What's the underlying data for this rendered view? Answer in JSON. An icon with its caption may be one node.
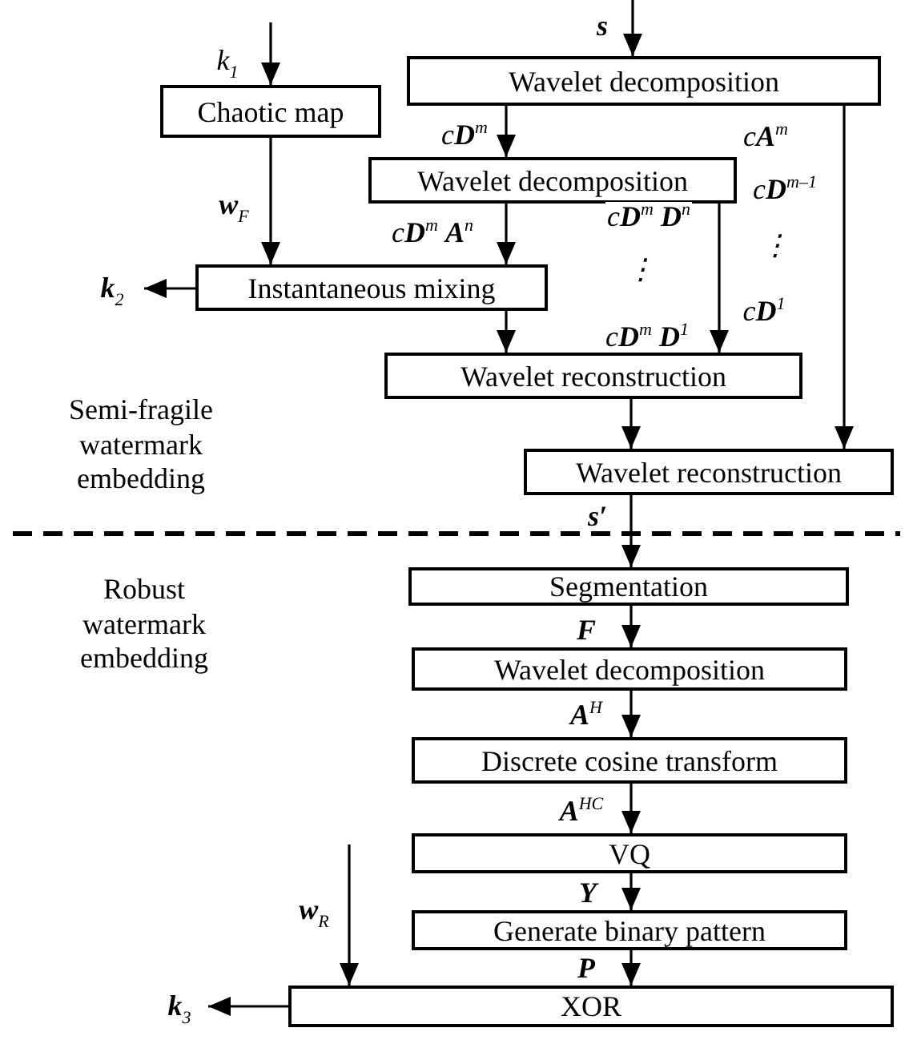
{
  "diagram": {
    "nodes": [
      {
        "text": [
          "Chaotic map"
        ]
      },
      {
        "text": [
          "Wavelet decomposition"
        ]
      },
      {
        "text": [
          "Wavelet decomposition"
        ]
      },
      {
        "text": [
          "Instantaneous mixing"
        ]
      },
      {
        "text": [
          "Wavelet reconstruction"
        ]
      },
      {
        "text": [
          "Wavelet reconstruction"
        ]
      },
      {
        "text": [
          "Segmentation"
        ]
      },
      {
        "text": [
          "Wavelet decomposition"
        ]
      },
      {
        "text": [
          "Discrete cosine transform"
        ]
      },
      {
        "text": [
          "VQ"
        ]
      },
      {
        "text": [
          "Generate binary pattern"
        ]
      },
      {
        "text": [
          "XOR"
        ]
      }
    ],
    "edges": [
      {
        "from": null,
        "to": 0,
        "arrow": "to",
        "label": "k$_{1}$"
      },
      {
        "from": null,
        "to": 1,
        "arrow": "to",
        "label": "**s**"
      },
      {
        "from": 1,
        "to": 2,
        "arrow": "to",
        "label": "c**D**$^{m}$"
      },
      {
        "from": 0,
        "to": 3,
        "arrow": "to",
        "label": "**w**$_{F}$"
      },
      {
        "from": 2,
        "to": 3,
        "arrow": "to",
        "label": "c**D**$^{m}$ **A**$^{n}$"
      },
      {
        "from": 3,
        "to": null,
        "arrow": "to",
        "label": "**k**$_{2}$"
      },
      {
        "from": 2,
        "to": 4,
        "arrow": "to",
        "label": "c**D**$^{m}$ **D**$^{n}$"
      },
      {
        "from": 1,
        "to": 5,
        "arrow": "to"
      },
      {
        "from": 3,
        "to": 4,
        "arrow": "to"
      },
      {
        "from": 4,
        "to": 5,
        "arrow": "to"
      },
      {
        "from": 5,
        "to": 6,
        "arrow": "to",
        "label": "**s′**"
      },
      {
        "from": 6,
        "to": 7,
        "arrow": "to",
        "label": "**F**"
      },
      {
        "from": 7,
        "to": 8,
        "arrow": "to",
        "label": "**A**$^{H}$"
      },
      {
        "from": 8,
        "to": 9,
        "arrow": "to",
        "label": "**A**$^{HC}$"
      },
      {
        "from": 9,
        "to": 10,
        "arrow": "to",
        "label": "**Y**"
      },
      {
        "from": 10,
        "to": 11,
        "arrow": "to",
        "label": "**P**"
      },
      {
        "from": null,
        "to": 11,
        "arrow": "to",
        "label": "**w**$_{R}$"
      },
      {
        "from": 11,
        "to": null,
        "arrow": "to",
        "label": "**k**$_{3}$"
      }
    ],
    "labels": [
      "c**A**$^{m}$",
      "c**D**$^{m–1}$",
      "⋮",
      "c**D**$^{1}$",
      "⋮",
      "c**D**$^{m}$ **D**$^{1}$",
      "Semi-fragile watermark embedding",
      "Robust watermark embedding"
    ]
  }
}
